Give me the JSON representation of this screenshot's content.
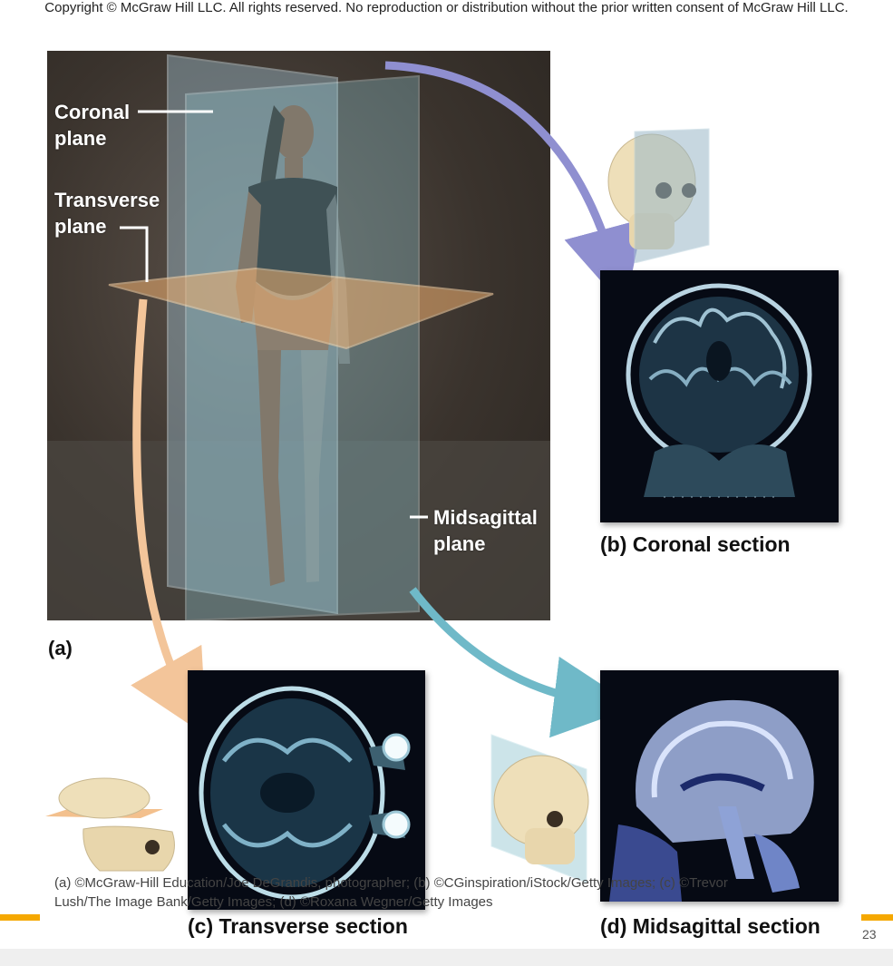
{
  "header": {
    "copyright": "Copyright © McGraw Hill LLC. All rights reserved. No reproduction or distribution without the prior written consent of McGraw Hill LLC."
  },
  "figure_a": {
    "panel_label": "(a)",
    "labels": {
      "coronal": "Coronal plane",
      "transverse": "Transverse plane",
      "midsagittal": "Midsagittal plane"
    }
  },
  "panels": {
    "coronal": "(b) Coronal section",
    "transverse": "(c) Transverse section",
    "midsagittal": "(d) Midsagittal section"
  },
  "colors": {
    "coronal_plane": "#9ab8c8",
    "transverse_plane": "#f0b070",
    "midsagittal_plane": "#8fc4cf",
    "coronal_arrow": "#8f8fd0",
    "transverse_arrow": "#f3c59a",
    "midsagittal_arrow": "#6fb9c8",
    "accent": "#f5a800"
  },
  "credits": "(a) ©McGraw-Hill Education/Joe DeGrandis, photographer; (b) ©CGinspiration/iStock/Getty Images; (c) ©Trevor Lush/The Image Bank/Getty Images; (d) ©Roxana Wegner/Getty Images",
  "footer": {
    "page_number": "23"
  }
}
